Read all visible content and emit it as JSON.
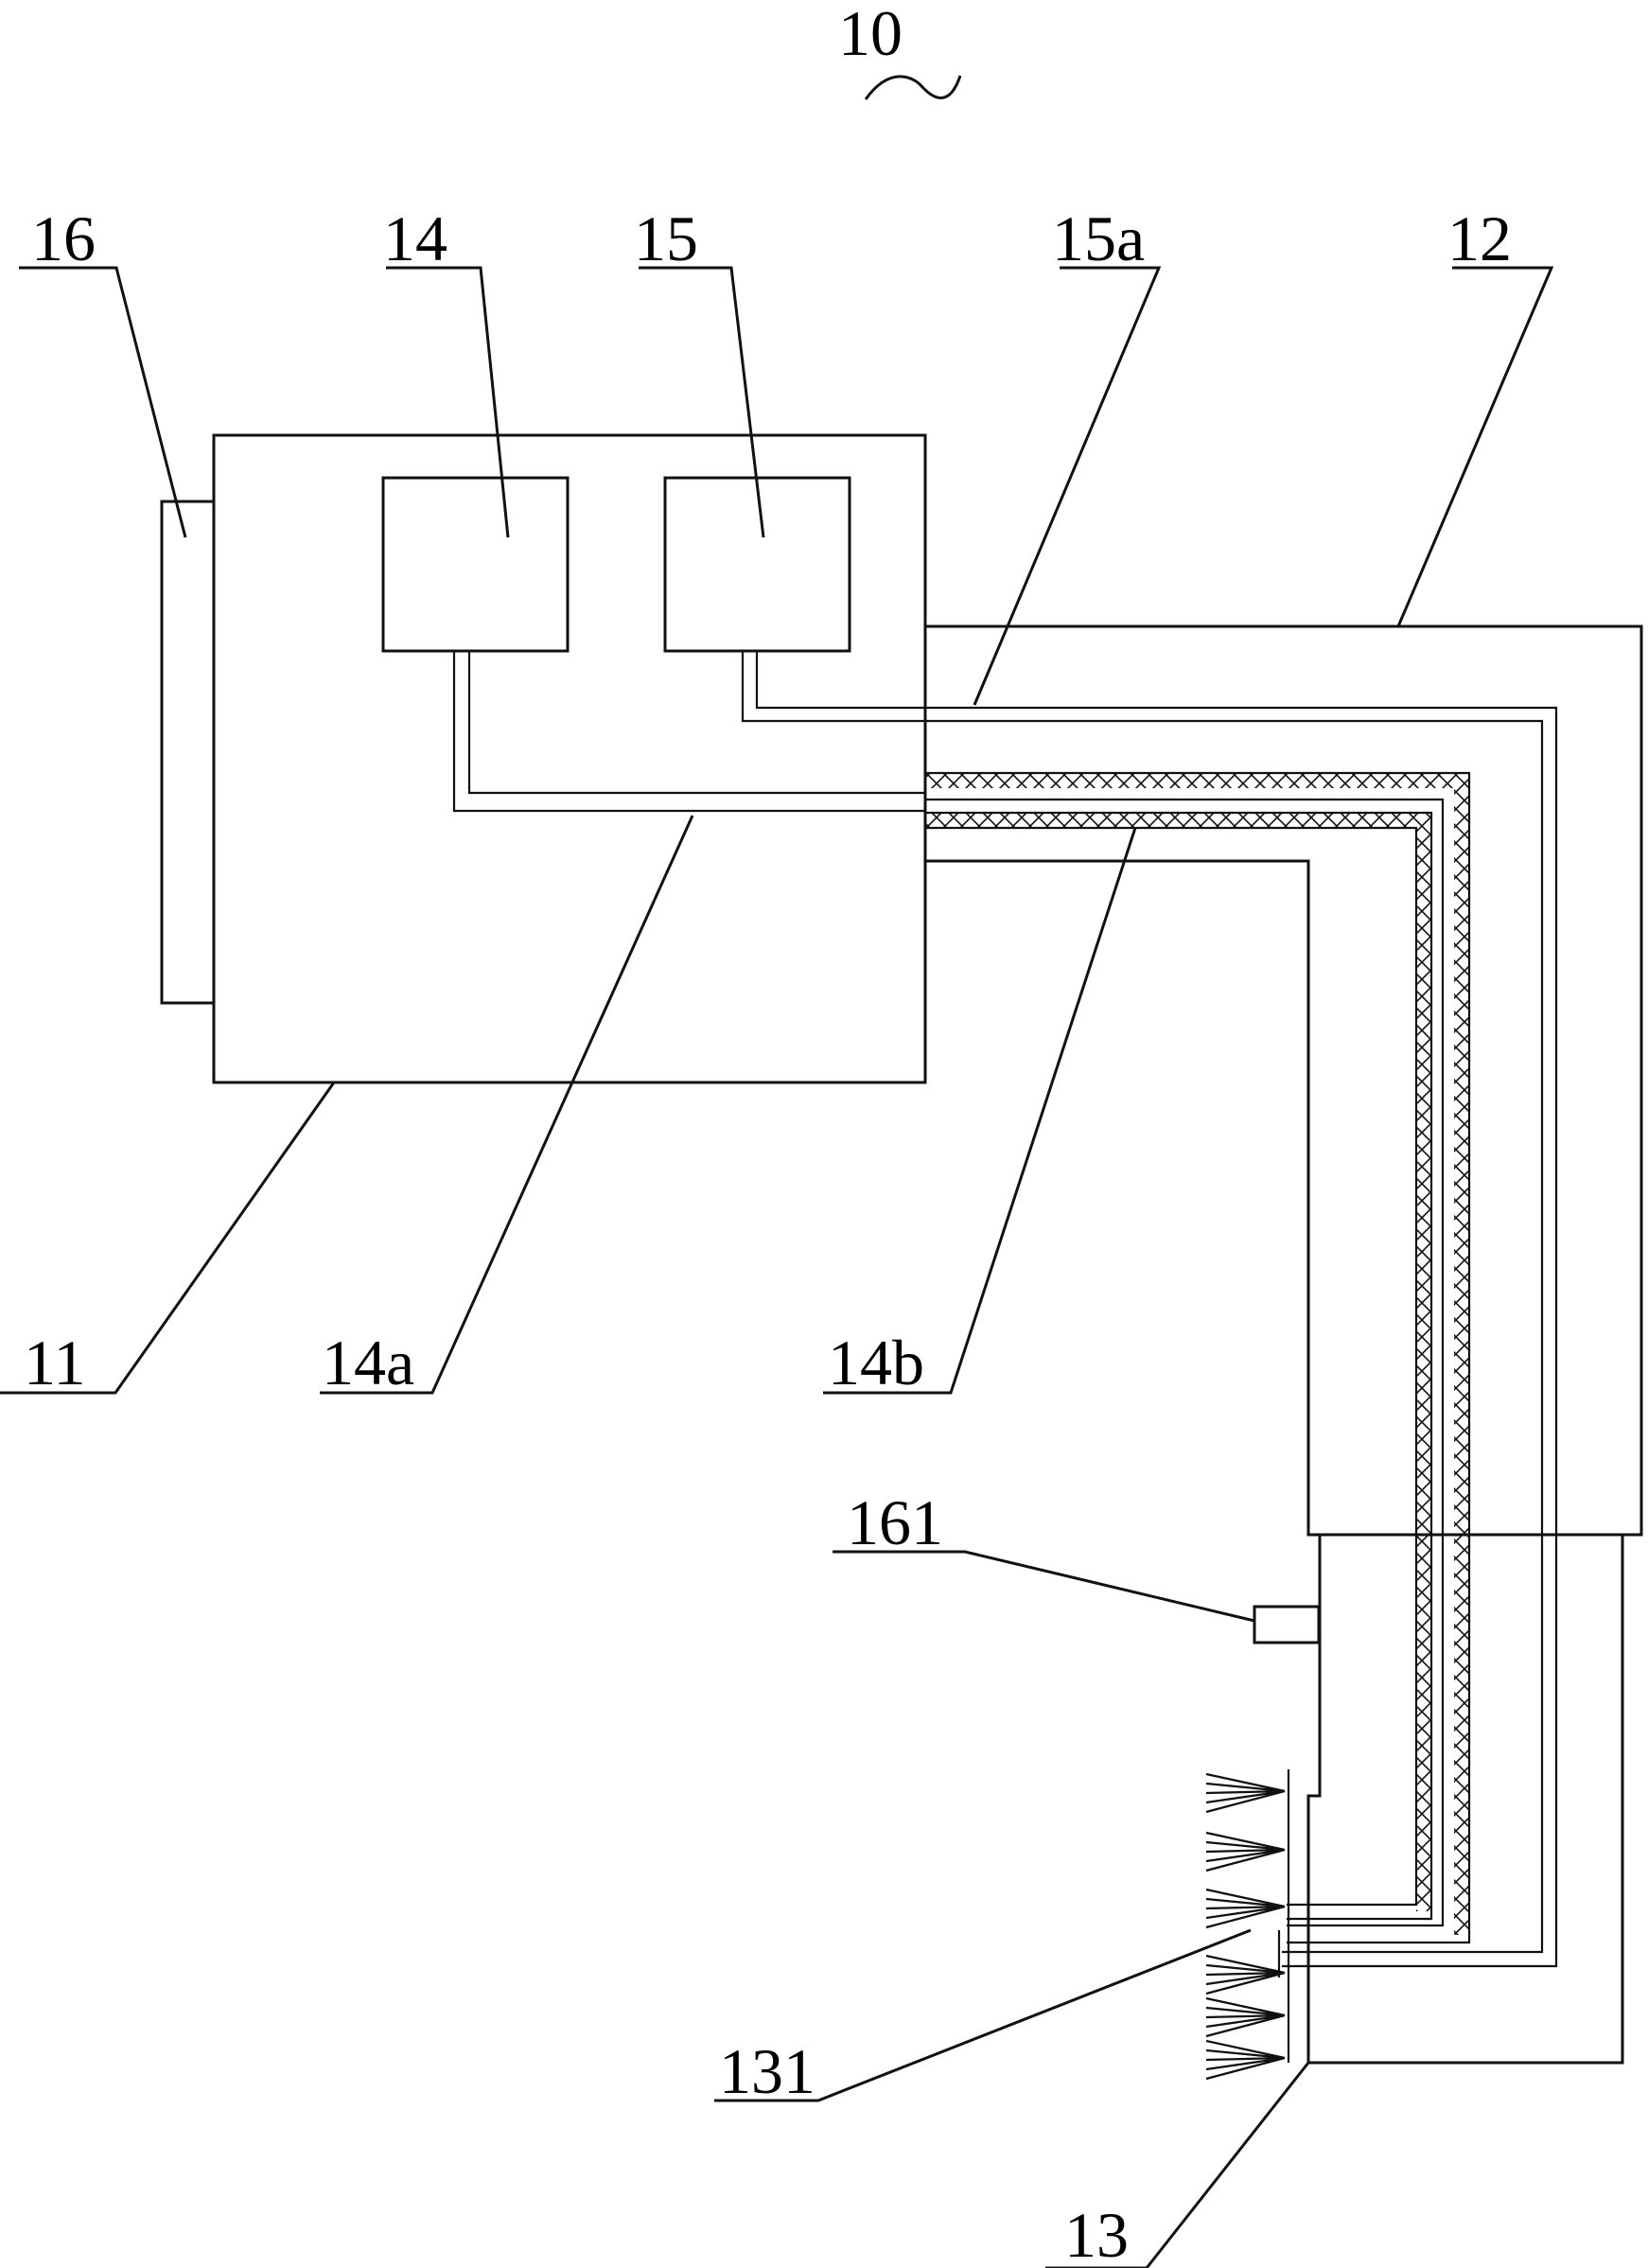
{
  "figure": {
    "ref": "10",
    "labels": {
      "l16": "16",
      "l14": "14",
      "l15": "15",
      "l15a": "15a",
      "l12": "12",
      "l11": "11",
      "l14a": "14a",
      "l14b": "14b",
      "l161": "161",
      "l131": "131",
      "l13": "13"
    }
  }
}
